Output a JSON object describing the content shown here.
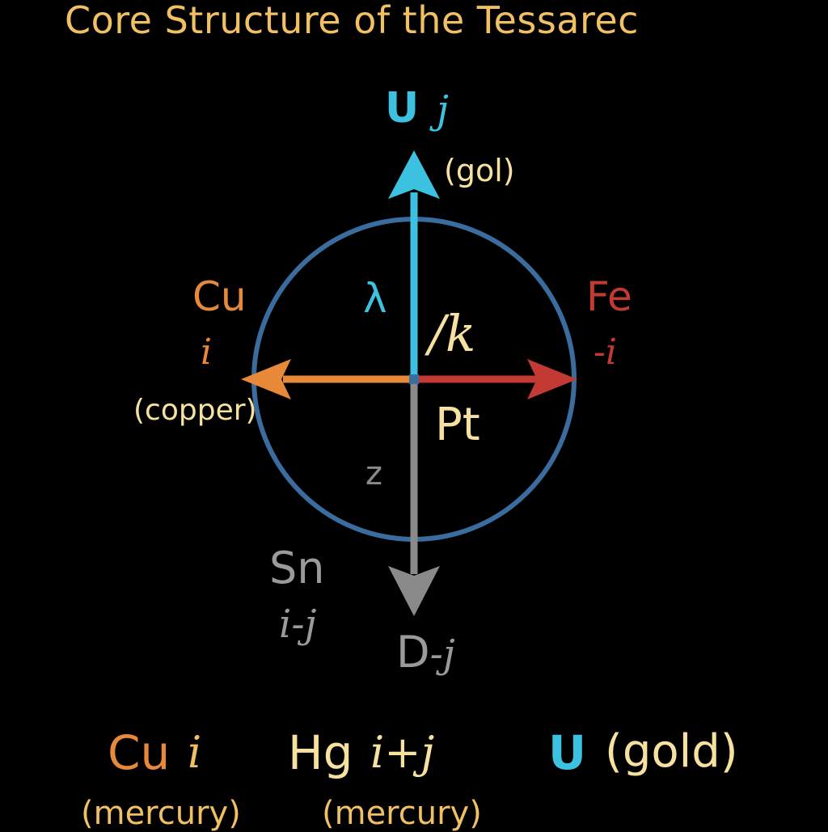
{
  "title": "Core Structure of the Tessarec",
  "colors": {
    "background": "#000000",
    "circle": "#3a6d9e",
    "up_axis": "#3cc2e0",
    "left_axis": "#e8893a",
    "right_axis": "#c23a33",
    "down_axis": "#8a8a8a",
    "label_cream": "#f7e1a0",
    "title": "#f0c063"
  },
  "axes": {
    "up": {
      "symbol": "U",
      "unit": "j",
      "note": "(gol)"
    },
    "left": {
      "symbol": "Cu",
      "unit": "i",
      "note": "(copper)"
    },
    "right": {
      "symbol": "Fe",
      "unit": "-i"
    },
    "down": {
      "symbol": "D",
      "unit": "-j"
    }
  },
  "center": {
    "lambda": "λ",
    "k": "/k",
    "pt": "Pt",
    "z": "z",
    "sn": "Sn",
    "sn_unit": "i-j"
  },
  "bottom": {
    "cu_symbol": "Cu",
    "cu_unit": "i",
    "cu_note": "(mercury)",
    "hg_symbol": "Hg",
    "hg_unit": "i+j",
    "hg_note": "(mercury)",
    "u_symbol": "U",
    "u_note": "(gold)"
  }
}
